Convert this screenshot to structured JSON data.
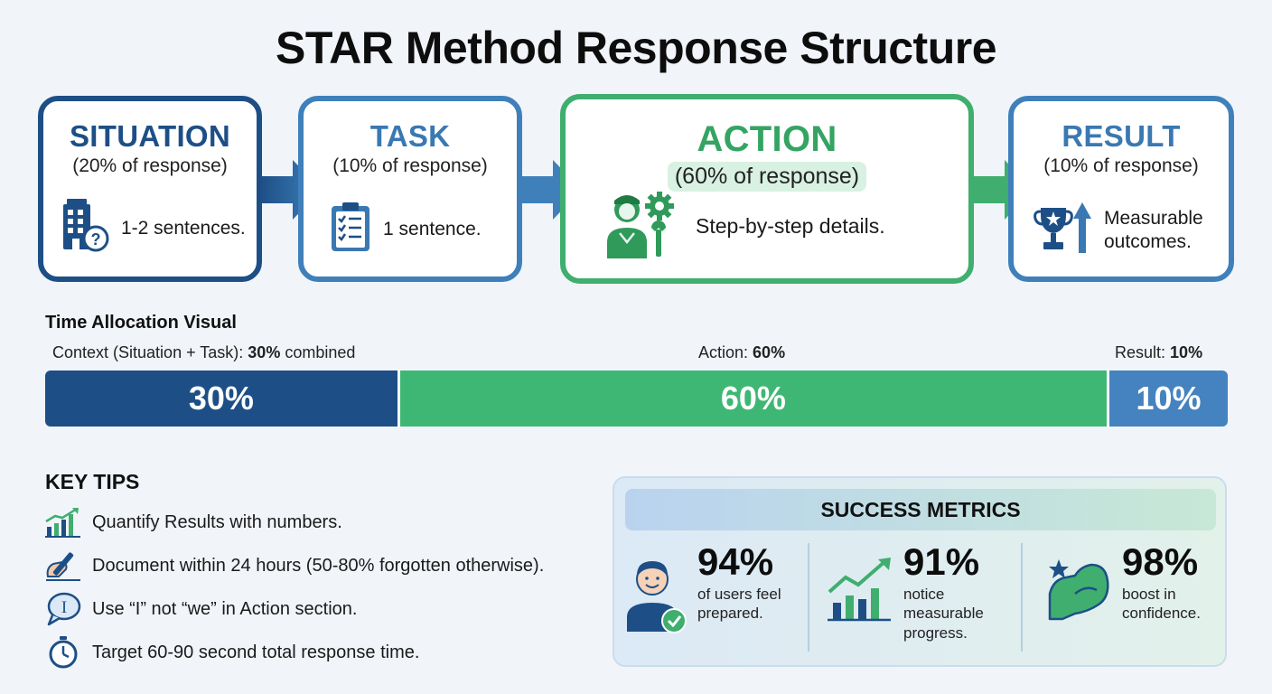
{
  "title": "STAR Method Response Structure",
  "steps": [
    {
      "name": "SITUATION",
      "share": "(20% of response)",
      "desc": "1-2 sentences.",
      "icon": "building-question-icon",
      "color": "#1d4f86"
    },
    {
      "name": "TASK",
      "share": "(10% of response)",
      "desc": "1 sentence.",
      "icon": "clipboard-checklist-icon",
      "color": "#3f80bb"
    },
    {
      "name": "ACTION",
      "share": "(60% of response)",
      "desc": "Step-by-step details.",
      "icon": "worker-gear-wrench-icon",
      "color": "#3fae6e"
    },
    {
      "name": "RESULT",
      "share": "(10% of response)",
      "desc_line1": "Measurable",
      "desc_line2": "outcomes.",
      "icon": "trophy-arrow-icon",
      "color": "#3f80bb"
    }
  ],
  "allocation": {
    "heading": "Time Allocation Visual",
    "context_label_prefix": "Context (Situation + Task):",
    "context_label_value": "30%",
    "context_label_suffix": "combined",
    "action_label_prefix": "Action:",
    "action_label_value": "60%",
    "result_label_prefix": "Result:",
    "result_label_value": "10%",
    "segments": [
      {
        "label": "30%",
        "value": 30,
        "color": "#1d4f86"
      },
      {
        "label": "60%",
        "value": 60,
        "color": "#3fb774"
      },
      {
        "label": "10%",
        "value": 10,
        "color": "#4483bf"
      }
    ]
  },
  "tips": {
    "heading": "KEY TIPS",
    "items": [
      {
        "text": "Quantify Results with numbers.",
        "icon": "bar-chart-growth-icon"
      },
      {
        "text": "Document within 24 hours (50-80% forgotten otherwise).",
        "icon": "hand-writing-pen-icon"
      },
      {
        "text": "Use “I” not “we” in Action section.",
        "icon": "speech-bubble-i-icon"
      },
      {
        "text": "Target 60-90 second total response time.",
        "icon": "stopwatch-icon"
      }
    ]
  },
  "metrics": {
    "heading": "SUCCESS METRICS",
    "items": [
      {
        "value": "94%",
        "cap1": "of users feel",
        "cap2": "prepared.",
        "cap3": "",
        "icon": "user-check-icon"
      },
      {
        "value": "91%",
        "cap1": "notice",
        "cap2": "measurable",
        "cap3": "progress.",
        "icon": "chart-trend-up-icon"
      },
      {
        "value": "98%",
        "cap1": "boost in",
        "cap2": "confidence.",
        "cap3": "",
        "icon": "flexed-arm-star-icon"
      }
    ]
  }
}
